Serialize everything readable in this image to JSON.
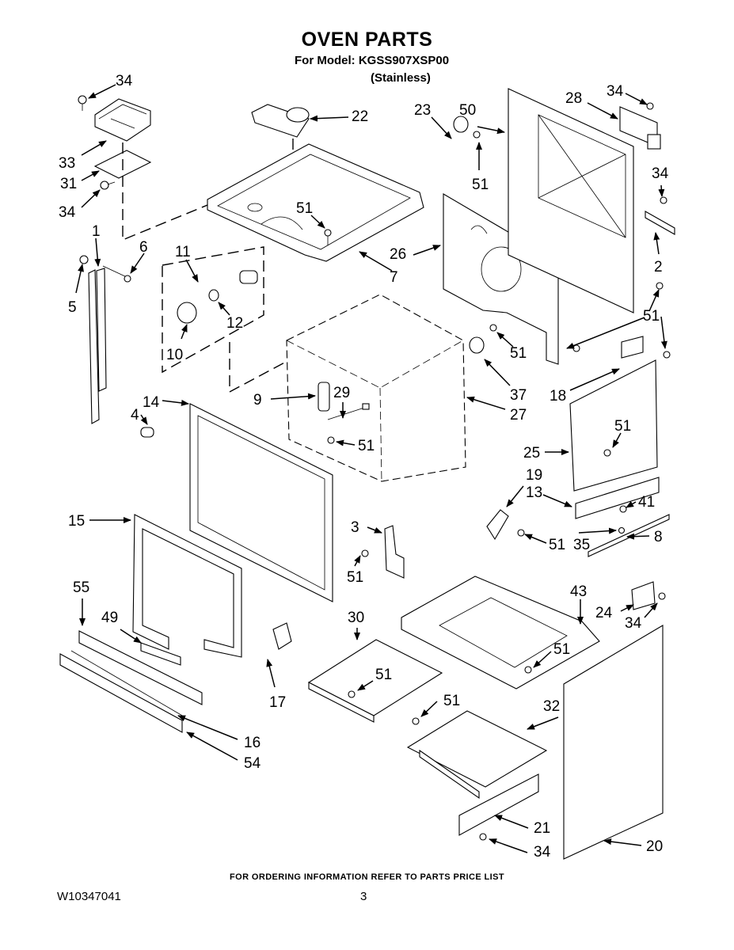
{
  "header": {
    "title": "OVEN PARTS",
    "model_line": "For Model: KGSS907XSP00",
    "variant": "(Stainless)"
  },
  "footer": {
    "ordering_note": "FOR ORDERING INFORMATION REFER TO PARTS PRICE LIST",
    "document_number": "W10347041",
    "page_number": "3"
  },
  "callouts": [
    {
      "id": "c34a",
      "label": "34"
    },
    {
      "id": "c33",
      "label": "33"
    },
    {
      "id": "c31",
      "label": "31"
    },
    {
      "id": "c34b",
      "label": "34"
    },
    {
      "id": "c22",
      "label": "22"
    },
    {
      "id": "c23",
      "label": "23"
    },
    {
      "id": "c50",
      "label": "50"
    },
    {
      "id": "c28",
      "label": "28"
    },
    {
      "id": "c34c",
      "label": "34"
    },
    {
      "id": "c51a",
      "label": "51"
    },
    {
      "id": "c34d",
      "label": "34"
    },
    {
      "id": "c1",
      "label": "1"
    },
    {
      "id": "c6",
      "label": "6"
    },
    {
      "id": "c5",
      "label": "5"
    },
    {
      "id": "c11",
      "label": "11"
    },
    {
      "id": "c51b",
      "label": "51"
    },
    {
      "id": "c26",
      "label": "26"
    },
    {
      "id": "c7",
      "label": "7"
    },
    {
      "id": "c2",
      "label": "2"
    },
    {
      "id": "c12",
      "label": "12"
    },
    {
      "id": "c10",
      "label": "10"
    },
    {
      "id": "c51c",
      "label": "51"
    },
    {
      "id": "c51d",
      "label": "51"
    },
    {
      "id": "c37",
      "label": "37"
    },
    {
      "id": "c18",
      "label": "18"
    },
    {
      "id": "c9",
      "label": "9"
    },
    {
      "id": "c29",
      "label": "29"
    },
    {
      "id": "c27",
      "label": "27"
    },
    {
      "id": "c14",
      "label": "14"
    },
    {
      "id": "c4",
      "label": "4"
    },
    {
      "id": "c51e",
      "label": "51"
    },
    {
      "id": "c51f",
      "label": "51"
    },
    {
      "id": "c25",
      "label": "25"
    },
    {
      "id": "c19",
      "label": "19"
    },
    {
      "id": "c13",
      "label": "13"
    },
    {
      "id": "c41",
      "label": "41"
    },
    {
      "id": "c15",
      "label": "15"
    },
    {
      "id": "c3",
      "label": "3"
    },
    {
      "id": "c51g",
      "label": "51"
    },
    {
      "id": "c35",
      "label": "35"
    },
    {
      "id": "c8",
      "label": "8"
    },
    {
      "id": "c51h",
      "label": "51"
    },
    {
      "id": "c55",
      "label": "55"
    },
    {
      "id": "c43",
      "label": "43"
    },
    {
      "id": "c49",
      "label": "49"
    },
    {
      "id": "c30",
      "label": "30"
    },
    {
      "id": "c24",
      "label": "24"
    },
    {
      "id": "c34e",
      "label": "34"
    },
    {
      "id": "c51i",
      "label": "51"
    },
    {
      "id": "c51j",
      "label": "51"
    },
    {
      "id": "c17",
      "label": "17"
    },
    {
      "id": "c51k",
      "label": "51"
    },
    {
      "id": "c32",
      "label": "32"
    },
    {
      "id": "c16",
      "label": "16"
    },
    {
      "id": "c54",
      "label": "54"
    },
    {
      "id": "c21",
      "label": "21"
    },
    {
      "id": "c20",
      "label": "20"
    },
    {
      "id": "c34f",
      "label": "34"
    }
  ]
}
